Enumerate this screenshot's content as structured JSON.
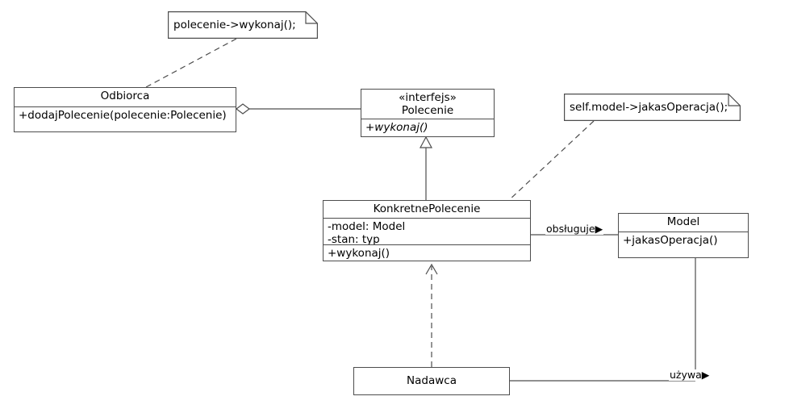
{
  "diagram": {
    "title": "Command pattern UML class diagram",
    "language": "pl",
    "stroke_color": "#4d4d4d",
    "text_color": "#000000",
    "background": "#ffffff"
  },
  "classes": {
    "odbiorca": {
      "name": "Odbiorca",
      "members": [
        "+dodajPolecenie(polecenie:Polecenie)"
      ]
    },
    "polecenie": {
      "stereotype": "«interfejs»",
      "name": "Polecenie",
      "members": [
        "+wykonaj()"
      ]
    },
    "konkretne_polecenie": {
      "name": "KonkretnePolecenie",
      "attributes": [
        "-model: Model",
        "-stan: typ"
      ],
      "operations": [
        "+wykonaj()"
      ]
    },
    "model": {
      "name": "Model",
      "members": [
        "+jakasOperacja()"
      ]
    },
    "nadawca": {
      "name": "Nadawca"
    }
  },
  "notes": {
    "note_wykonaj": {
      "text": "polecenie->wykonaj();"
    },
    "note_model": {
      "text": "self.model->jakasOperacja();"
    }
  },
  "edge_labels": {
    "obsluguje": "obsługuje▶",
    "uzywa": "używa▶"
  }
}
